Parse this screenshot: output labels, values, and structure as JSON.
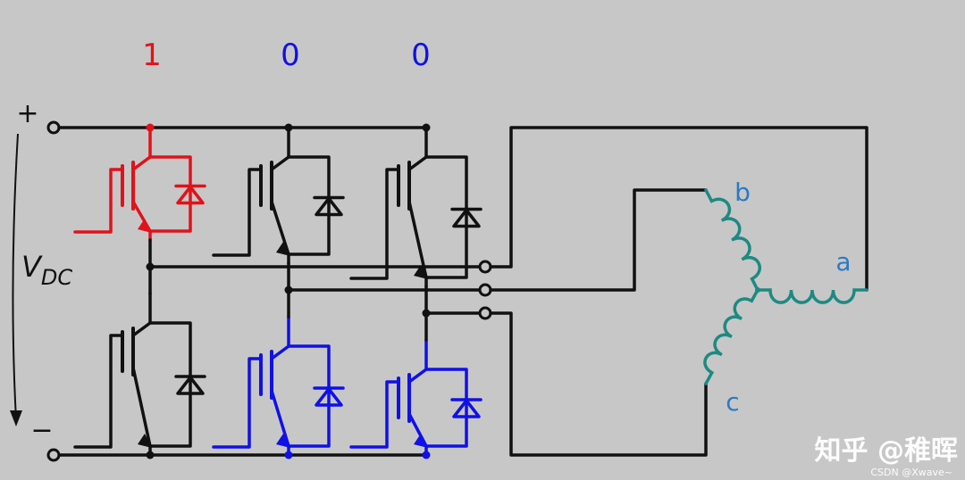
{
  "switch_states": [
    "1",
    "0",
    "0"
  ],
  "labels": {
    "plus": "+",
    "minus": "−",
    "vdc_main": "V",
    "vdc_sub": "DC",
    "phase_a": "a",
    "phase_b": "b",
    "phase_c": "c"
  },
  "watermark": {
    "main": "知乎 @稚晖",
    "sub": "CSDN @Xwave~"
  },
  "colors": {
    "background": "#c7c7c7",
    "wire": "#111111",
    "active": "#e0121b",
    "inactive": "#1010e8",
    "winding": "#1d8a82",
    "phase_label": "#2a7bc4"
  }
}
